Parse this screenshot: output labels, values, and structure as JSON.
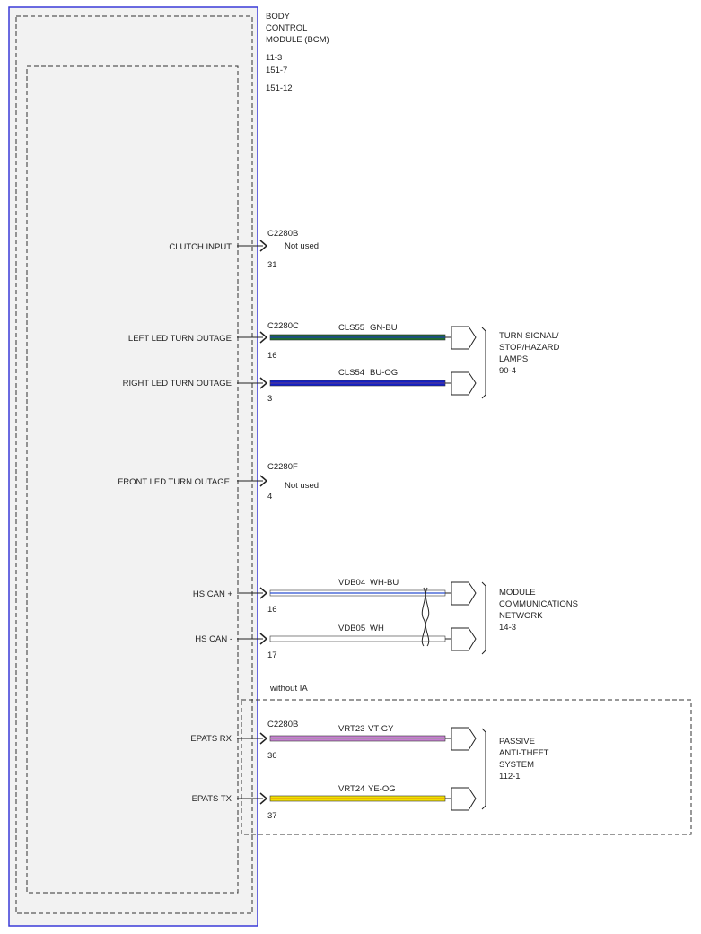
{
  "module": {
    "title_lines": [
      "BODY",
      "CONTROL",
      "MODULE (BCM)"
    ],
    "refs": [
      "11-3",
      "151-7",
      "151-12"
    ]
  },
  "circuits": [
    {
      "label": "CLUTCH INPUT",
      "connector": "C2280B",
      "pin": "31",
      "note": "Not used"
    },
    {
      "label": "LEFT LED TURN OUTAGE",
      "connector": "C2280C",
      "pin": "16",
      "circuit": "CLS55",
      "color_code": "GN-BU",
      "wire_color": "#1f6f2e",
      "stripe_color": "#1a3fb0"
    },
    {
      "label": "RIGHT LED TURN OUTAGE",
      "connector": "",
      "pin": "3",
      "circuit": "CLS54",
      "color_code": "BU-OG",
      "wire_color": "#1420c8",
      "stripe_color": "#e07a18"
    },
    {
      "label": "FRONT LED TURN OUTAGE",
      "connector": "C2280F",
      "pin": "4",
      "note": "Not used"
    },
    {
      "label": "HS CAN +",
      "connector": "",
      "pin": "16",
      "circuit": "VDB04",
      "color_code": "WH-BU",
      "wire_color": "#ffffff",
      "stripe_color": "#2b4fd0"
    },
    {
      "label": "HS CAN -",
      "connector": "",
      "pin": "17",
      "circuit": "VDB05",
      "color_code": "WH",
      "wire_color": "#ffffff",
      "stripe_color": ""
    },
    {
      "label": "EPATS RX",
      "connector": "C2280B",
      "pin": "36",
      "circuit": "VRT23",
      "color_code": "VT-GY",
      "wire_color": "#c77fd2",
      "stripe_color": "#9a9a9a"
    },
    {
      "label": "EPATS TX",
      "connector": "",
      "pin": "37",
      "circuit": "VRT24",
      "color_code": "YE-OG",
      "wire_color": "#f2e000",
      "stripe_color": "#e08a10"
    }
  ],
  "destinations": [
    {
      "lines": [
        "TURN SIGNAL/",
        "STOP/HAZARD",
        "LAMPS",
        "90-4"
      ]
    },
    {
      "lines": [
        "MODULE",
        "COMMUNICATIONS",
        "NETWORK",
        "14-3"
      ]
    },
    {
      "lines": [
        "PASSIVE",
        "ANTI-THEFT",
        "SYSTEM",
        "112-1"
      ]
    }
  ],
  "option_note": "without IA",
  "colors": {
    "module_border": "#3a3ad8",
    "module_fill": "#f2f2f2",
    "line": "#222222"
  }
}
